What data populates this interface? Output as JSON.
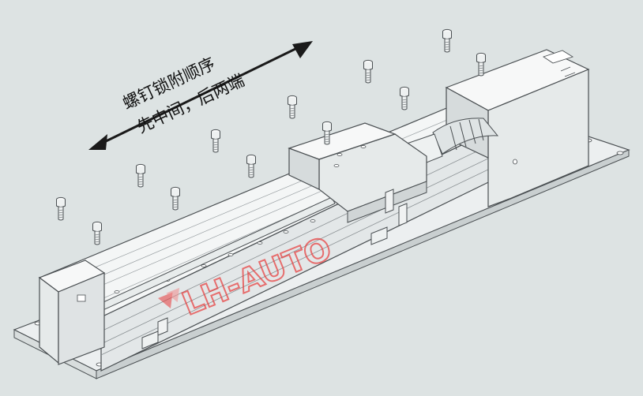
{
  "instruction": {
    "line1": "螺钉锁附顺序",
    "line2": "先中间，后两端"
  },
  "watermark": {
    "text": "LH-AUTO",
    "color": "#e83a3a"
  },
  "colors": {
    "background": "#dde3e3",
    "outline": "#4a4f52",
    "body": "#f4f6f6",
    "shade": "#cfd5d6"
  }
}
